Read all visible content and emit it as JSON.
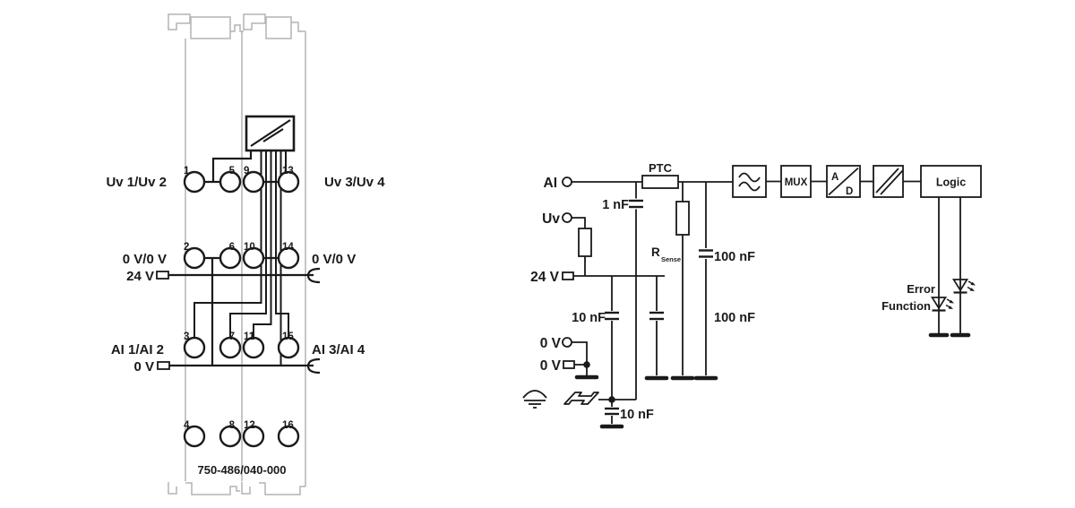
{
  "module": {
    "part_number": "750-486/040-000",
    "rows": [
      {
        "terminals": [
          "1",
          "5",
          "9",
          "13"
        ],
        "label_left": "Uv 1/Uv 2",
        "label_right": "Uv 3/Uv 4"
      },
      {
        "terminals": [
          "2",
          "6",
          "10",
          "14"
        ],
        "label_left": "0 V/0 V",
        "label_right": "0 V/0 V",
        "rail_label": "24 V"
      },
      {
        "terminals": [
          "3",
          "7",
          "11",
          "15"
        ],
        "label_left": "AI 1/AI 2",
        "label_right": "AI 3/AI 4",
        "rail_label": "0 V"
      },
      {
        "terminals": [
          "4",
          "8",
          "12",
          "16"
        ]
      }
    ]
  },
  "schematic": {
    "inputs": {
      "ai": "AI",
      "uv": "Uv",
      "v24": "24 V",
      "v0_circle": "0 V",
      "v0_square": "0 V"
    },
    "components": {
      "ptc": "PTC",
      "c_1nf": "1 nF",
      "c_10nf_top": "10 nF",
      "c_100nf_top": "100 nF",
      "c_100nf_bottom": "100 nF",
      "c_10nf_bottom": "10 nF",
      "r_sense_main": "R",
      "r_sense_sub": "Sense",
      "mux": "MUX",
      "adc_a": "A",
      "adc_d": "D",
      "logic": "Logic"
    },
    "leds": {
      "error": "Error",
      "function": "Function"
    }
  },
  "colors": {
    "line": "#1a1a1a",
    "housing": "#b3b3b3",
    "background": "#ffffff"
  }
}
